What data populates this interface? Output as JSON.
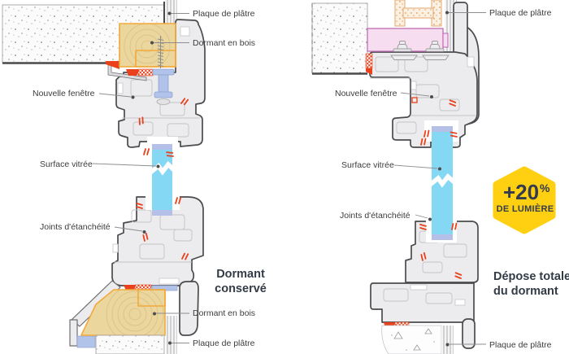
{
  "page": {
    "background": "#FFFFFF",
    "description": "Window replacement cross-section comparison: existing frame kept vs full frame removal"
  },
  "palette": {
    "glass_blue": "#85D8F4",
    "glazing_seat_lavender": "#B4C0E8",
    "wood_tan": "#EBD79E",
    "wood_outline_orange": "#F2A93B",
    "seal_red": "#E8411C",
    "profile_fill": "#ECECEE",
    "profile_stroke": "#4A4B4D",
    "pink_fill": "#F7DDF0",
    "pink_stroke": "#C06CB4",
    "badge_yellow": "#FFD012",
    "badge_text": "#333B4D",
    "label_text": "#3C3C3C",
    "title_text": "#333B46"
  },
  "left_diagram": {
    "title": {
      "line1": "Dormant",
      "line2": "conservé"
    },
    "labels": {
      "plaque_top": "Plaque de plâtre",
      "dormant_top": "Dormant en bois",
      "nouvelle_fenetre": "Nouvelle fenêtre",
      "surface_vitree": "Surface vitrée",
      "joints": "Joints d'étanchéité",
      "dormant_bottom": "Dormant en bois",
      "plaque_bottom": "Plaque de plâtre"
    }
  },
  "right_diagram": {
    "title": {
      "line1": "Dépose totale",
      "line2": "du dormant"
    },
    "labels": {
      "plaque_top": "Plaque de plâtre",
      "nouvelle_fenetre": "Nouvelle fenêtre",
      "surface_vitree": "Surface vitrée",
      "joints": "Joints d'étanchéité",
      "plaque_bottom": "Plaque de plâtre"
    },
    "badge": {
      "value": "+20",
      "percent_sign": "%",
      "caption": "DE LUMIÈRE"
    }
  }
}
